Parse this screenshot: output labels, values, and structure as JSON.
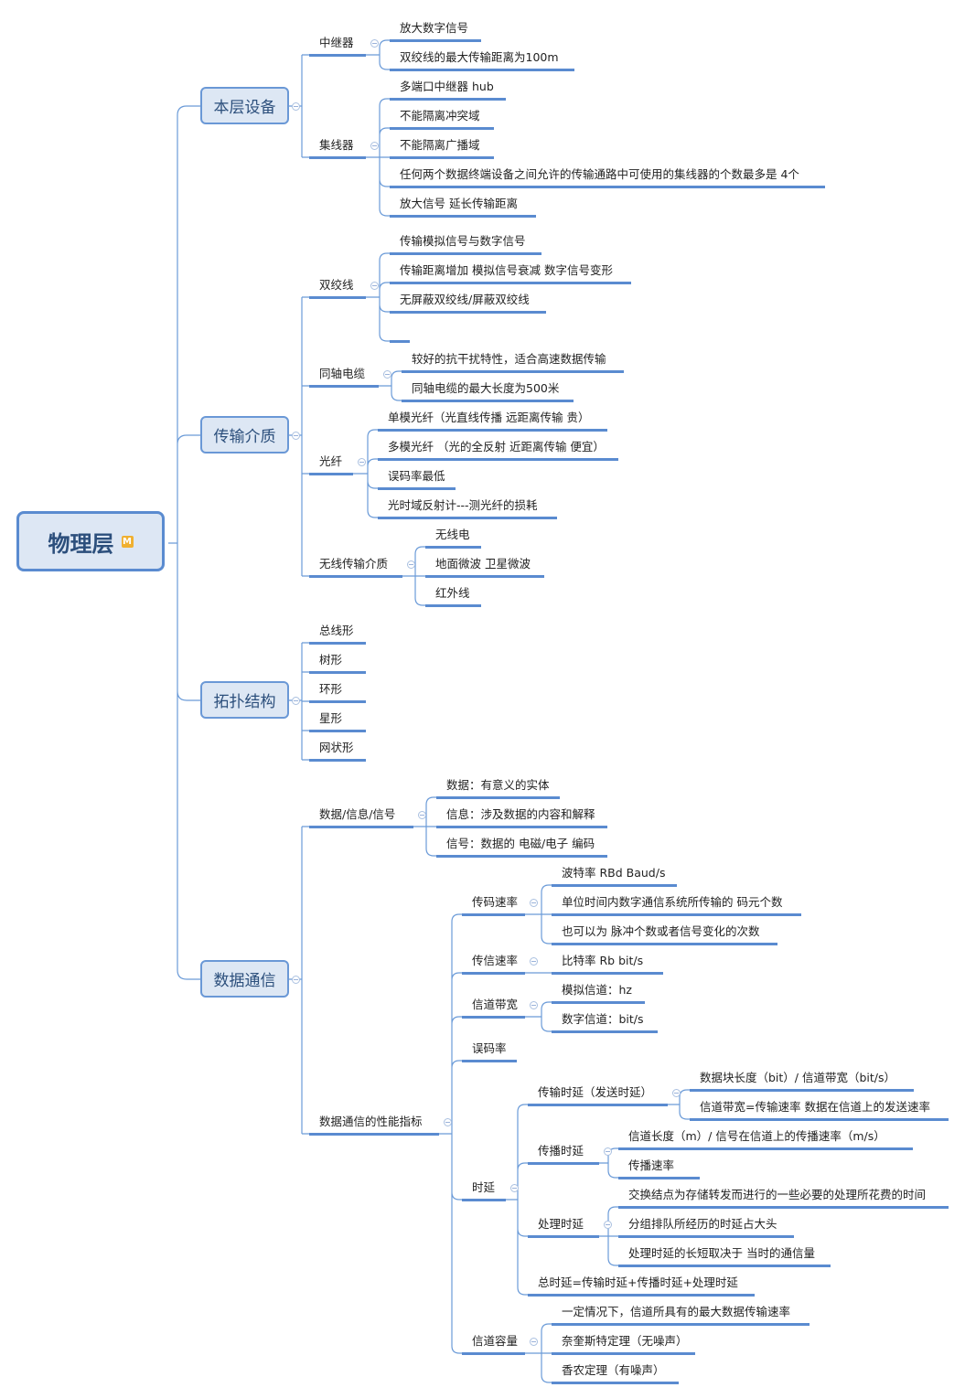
{
  "root": {
    "label": "物理层",
    "badge": "M"
  },
  "colors": {
    "accent": "#5a8bd0",
    "box_fill": "#dde7f4",
    "text": "#2c4f7c"
  },
  "branches": [
    {
      "label": "本层设备",
      "children": [
        {
          "label": "中继器",
          "children": [
            {
              "label": "放大数字信号"
            },
            {
              "label": "双绞线的最大传输距离为100m"
            }
          ]
        },
        {
          "label": "集线器",
          "children": [
            {
              "label": "多端口中继器 hub"
            },
            {
              "label": "不能隔离冲突域"
            },
            {
              "label": "不能隔离广播域"
            },
            {
              "label": "任何两个数据终端设备之间允许的传输通路中可使用的集线器的个数最多是 4个"
            },
            {
              "label": "放大信号  延长传输距离"
            }
          ]
        }
      ]
    },
    {
      "label": "传输介质",
      "children": [
        {
          "label": "双绞线",
          "children": [
            {
              "label": "传输模拟信号与数字信号"
            },
            {
              "label": "传输距离增加 模拟信号衰减 数字信号变形"
            },
            {
              "label": "无屏蔽双绞线/屏蔽双绞线"
            },
            {
              "label": ""
            }
          ]
        },
        {
          "label": "同轴电缆",
          "children": [
            {
              "label": "较好的抗干扰特性，适合高速数据传输"
            },
            {
              "label": "同轴电缆的最大长度为500米"
            }
          ]
        },
        {
          "label": "光纤",
          "children": [
            {
              "label": "单模光纤（光直线传播 远距离传输 贵）"
            },
            {
              "label": "多模光纤  （光的全反射 近距离传输 便宜）"
            },
            {
              "label": "误码率最低"
            },
            {
              "label": "光时域反射计---测光纤的损耗"
            }
          ]
        },
        {
          "label": "无线传输介质",
          "children": [
            {
              "label": "无线电"
            },
            {
              "label": "地面微波 卫星微波"
            },
            {
              "label": "红外线"
            }
          ]
        }
      ]
    },
    {
      "label": "拓扑结构",
      "children": [
        {
          "label": "总线形"
        },
        {
          "label": "树形"
        },
        {
          "label": "环形"
        },
        {
          "label": "星形"
        },
        {
          "label": "网状形"
        }
      ]
    },
    {
      "label": "数据通信",
      "children": [
        {
          "label": "数据/信息/信号",
          "children": [
            {
              "label": "数据：有意义的实体"
            },
            {
              "label": "信息：涉及数据的内容和解释"
            },
            {
              "label": "信号：数据的 电磁/电子 编码"
            }
          ]
        },
        {
          "label": "数据通信的性能指标",
          "children": [
            {
              "label": "传码速率",
              "children": [
                {
                  "label": "波特率 RBd Baud/s"
                },
                {
                  "label": "单位时间内数字通信系统所传输的 码元个数"
                },
                {
                  "label": "也可以为 脉冲个数或者信号变化的次数"
                }
              ]
            },
            {
              "label": "传信速率",
              "children": [
                {
                  "label": "比特率 Rb   bit/s"
                }
              ]
            },
            {
              "label": "信道带宽",
              "children": [
                {
                  "label": "模拟信道：hz"
                },
                {
                  "label": "数字信道：bit/s"
                }
              ]
            },
            {
              "label": "误码率"
            },
            {
              "label": "时延",
              "children": [
                {
                  "label": "传输时延（发送时延）",
                  "children": [
                    {
                      "label": "数据块长度（bit）/ 信道带宽（bit/s）"
                    },
                    {
                      "label": "信道带宽=传输速率 数据在信道上的发送速率"
                    }
                  ]
                },
                {
                  "label": "传播时延",
                  "children": [
                    {
                      "label": "信道长度（m）/ 信号在信道上的传播速率（m/s）"
                    },
                    {
                      "label": "传播速率"
                    }
                  ]
                },
                {
                  "label": "处理时延",
                  "children": [
                    {
                      "label": "交换结点为存储转发而进行的一些必要的处理所花费的时间"
                    },
                    {
                      "label": "分组排队所经历的时延占大头"
                    },
                    {
                      "label": "处理时延的长短取决于 当时的通信量"
                    }
                  ]
                },
                {
                  "label": "总时延=传输时延+传播时延+处理时延"
                }
              ]
            },
            {
              "label": "信道容量",
              "children": [
                {
                  "label": "一定情况下，信道所具有的最大数据传输速率"
                },
                {
                  "label": "奈奎斯特定理（无噪声）"
                },
                {
                  "label": "香农定理（有噪声）"
                }
              ]
            }
          ]
        }
      ]
    }
  ]
}
